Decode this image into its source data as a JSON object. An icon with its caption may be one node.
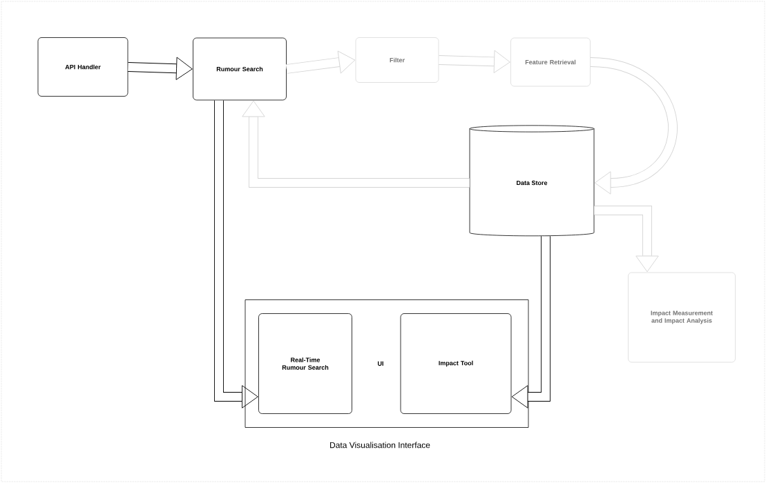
{
  "diagram": {
    "nodes": [
      {
        "text": [
          "API Handler"
        ]
      },
      {
        "text": [
          "Rumour Search"
        ]
      },
      {
        "text": [
          "Filter"
        ]
      },
      {
        "text": [
          "Feature Retrieval"
        ]
      },
      {
        "text": [
          "Data Store"
        ]
      },
      {
        "text": [
          "Impact Measurement and Impact Analysis"
        ]
      },
      {
        "text": [
          "UI",
          "Data Visualisation Interface"
        ]
      },
      {
        "text": [
          "Real-Time Rumour Search"
        ],
        "in": 6
      },
      {
        "text": [
          "Impact Tool"
        ],
        "in": 6
      }
    ],
    "edges": [
      {
        "from": 0,
        "to": 1,
        "arrow": "to",
        "color": "#000000"
      },
      {
        "from": 1,
        "to": 2,
        "arrow": "to"
      },
      {
        "from": 2,
        "to": 3,
        "arrow": "to"
      },
      {
        "from": 3,
        "to": 4,
        "arrow": "to"
      },
      {
        "from": 4,
        "to": 1,
        "arrow": "to"
      },
      {
        "from": 4,
        "to": 5,
        "arrow": "to"
      },
      {
        "from": 1,
        "to": 7,
        "arrow": "to",
        "color": "#000000"
      },
      {
        "from": 4,
        "to": 8,
        "arrow": "to",
        "color": "#000000"
      }
    ]
  }
}
